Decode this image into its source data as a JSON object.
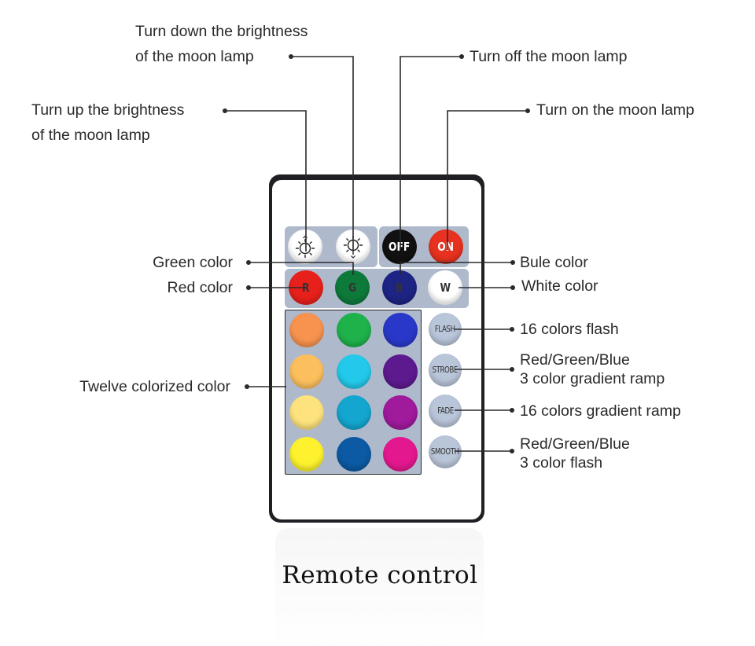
{
  "caption": "Remote control",
  "callouts": {
    "brightness_down": [
      "Turn down the brightness",
      "of the moon lamp"
    ],
    "brightness_up": [
      "Turn up the brightness",
      "of the moon lamp"
    ],
    "off": "Turn off the moon lamp",
    "on": "Turn on the moon lamp",
    "green": "Green color",
    "red": "Red color",
    "blue": "Bule color",
    "white": "White color",
    "twelve": "Twelve colorized color",
    "flash": "16 colors flash",
    "strobe": [
      "Red/Green/Blue",
      "3 color gradient ramp"
    ],
    "fade": "16 colors gradient ramp",
    "smooth": [
      "Red/Green/Blue",
      "3 color flash"
    ]
  },
  "buttons": {
    "off": "OFF",
    "on": "ON",
    "r": "R",
    "g": "G",
    "b": "B",
    "w": "W",
    "flash": "FLASH",
    "strobe": "STROBE",
    "fade": "FADE",
    "smooth": "SMOOTH"
  },
  "colors": {
    "remote_body": "#1f1f24",
    "panel": "#aeb9cc",
    "on": "#e8321f",
    "off": "#111111",
    "r": "#e8201c",
    "g": "#0e7a3a",
    "b": "#1d2484",
    "w": "#ffffff",
    "palette": [
      [
        "#f7934f",
        "#1fb24b",
        "#2a38c9"
      ],
      [
        "#fbbf5e",
        "#23c9ea",
        "#5d1a8f"
      ],
      [
        "#fde27d",
        "#14a6cf",
        "#a01a9c"
      ],
      [
        "#fdf22d",
        "#0b5aa3",
        "#e4188e"
      ]
    ]
  },
  "icons": [
    "sun-up-icon",
    "sun-down-icon"
  ]
}
